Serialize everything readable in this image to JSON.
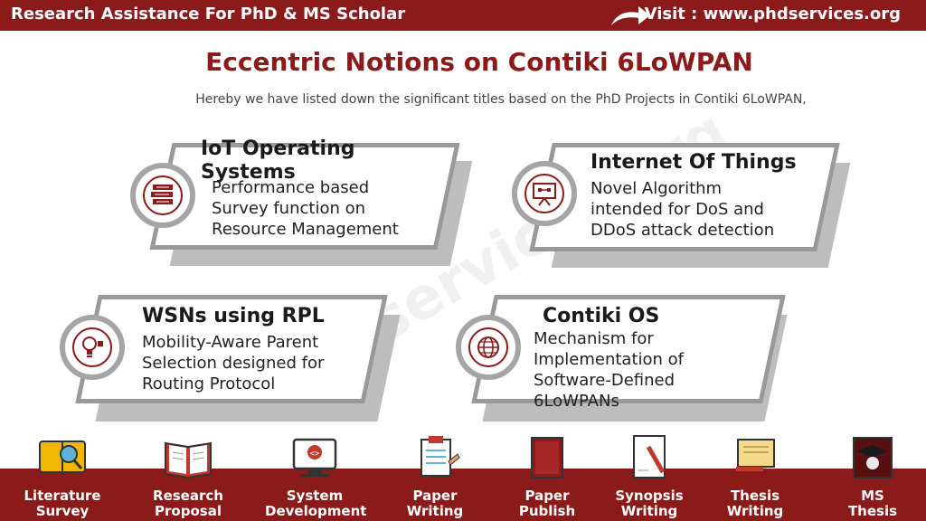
{
  "header": {
    "tagline": "Research Assistance For PhD & MS Scholar",
    "visit": "Visit : www.phdservices.org"
  },
  "title": "Eccentric Notions on Contiki 6LoWPAN",
  "subtitle": "Hereby we have listed down the significant titles based on the PhD Projects in Contiki 6LoWPAN,",
  "watermark": "PhDservices.org",
  "cards": [
    {
      "title": "IoT Operating Systems",
      "desc": "Performance based Survey function  on Resource Management",
      "icon": "books-icon"
    },
    {
      "title": "Internet Of Things",
      "desc": "Novel Algorithm intended for DoS and DDoS attack detection",
      "icon": "presentation-board-icon"
    },
    {
      "title": "WSNs using RPL",
      "desc": "Mobility-Aware Parent Selection designed for Routing Protocol",
      "icon": "lightbulb-icon"
    },
    {
      "title": "Contiki OS",
      "desc": "Mechanism for Implementation of Software-Defined 6LoWPANs",
      "icon": "globe-icon"
    }
  ],
  "services": [
    {
      "line1": "Literature",
      "line2": "Survey",
      "icon": "magnifier-book-icon"
    },
    {
      "line1": "Research",
      "line2": "Proposal",
      "icon": "open-book-icon"
    },
    {
      "line1": "System",
      "line2": "Development",
      "icon": "monitor-code-icon"
    },
    {
      "line1": "Paper",
      "line2": "Writing",
      "icon": "clipboard-icon"
    },
    {
      "line1": "Paper",
      "line2": "Publish",
      "icon": "book-icon"
    },
    {
      "line1": "Synopsis",
      "line2": "Writing",
      "icon": "pen-paper-icon"
    },
    {
      "line1": "Thesis",
      "line2": "Writing",
      "icon": "scroll-icon"
    },
    {
      "line1": "MS",
      "line2": "Thesis",
      "icon": "graduate-icon"
    }
  ],
  "colors": {
    "brand": "#8b1a1a",
    "border": "#999999",
    "shadow": "#bdbdbd"
  }
}
